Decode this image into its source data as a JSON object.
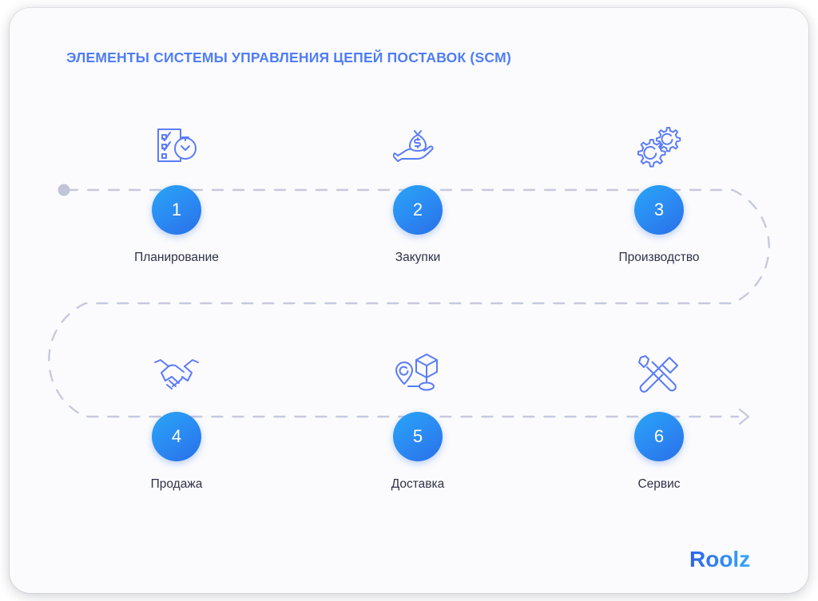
{
  "page": {
    "title": "ЭЛЕМЕНТЫ СИСТЕМЫ УПРАВЛЕНИЯ ЦЕПЕЙ ПОСТАВОК (SCM)",
    "background_color": "#fbfbfd",
    "title_color": "#4f7df6"
  },
  "diagram": {
    "type": "process-flow",
    "direction": "serpentine-left-to-right",
    "connector": {
      "style": "dashed",
      "color": "#c7c9dd",
      "pulse_color": "#2f7bf5",
      "start_marker": "dot",
      "end_marker": "arrow"
    },
    "node_gradient_from": "#28a5f5",
    "node_gradient_to": "#2a6fe8",
    "label_color": "#2f3347",
    "icon_color": "#5b7cf7",
    "steps": [
      {
        "number": "1",
        "label": "Планирование",
        "icon": "checklist-clock-icon"
      },
      {
        "number": "2",
        "label": "Закупки",
        "icon": "hand-money-bag-icon"
      },
      {
        "number": "3",
        "label": "Производство",
        "icon": "gears-icon"
      },
      {
        "number": "4",
        "label": "Продажа",
        "icon": "handshake-icon"
      },
      {
        "number": "5",
        "label": "Доставка",
        "icon": "location-pin-box-icon"
      },
      {
        "number": "6",
        "label": "Сервис",
        "icon": "screwdriver-hammer-icon"
      }
    ]
  },
  "branding": {
    "logo_text": "Roolz",
    "logo_gradient_from": "#2f62e8",
    "logo_gradient_to": "#35a8f8"
  }
}
